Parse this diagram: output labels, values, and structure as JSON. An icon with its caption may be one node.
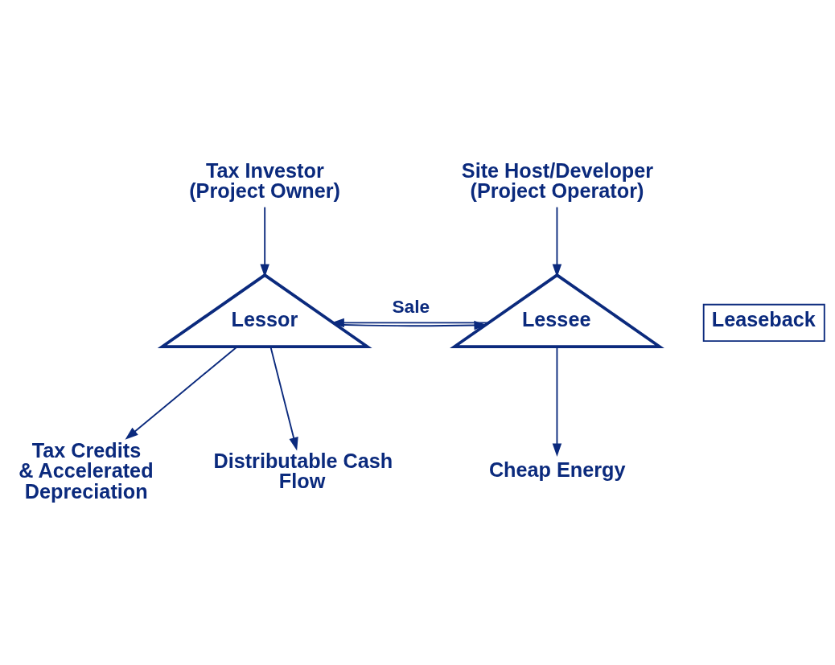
{
  "diagram": {
    "nodes": [
      {
        "text": [
          "Tax Investor (Project Owner)"
        ]
      },
      {
        "text": [
          "Site Host/Developer (Project Operator)"
        ]
      },
      {
        "text": [
          "Lessor"
        ]
      },
      {
        "text": [
          "Lessee"
        ]
      },
      {
        "text": [
          "Leaseback"
        ]
      },
      {
        "text": [
          "Tax Credits & Accelerated Depreciation"
        ]
      },
      {
        "text": [
          "Distributable Cash Flow"
        ]
      },
      {
        "text": [
          "Cheap Energy"
        ]
      }
    ],
    "edges": [
      {
        "from": 0,
        "to": 2,
        "arrow": "to"
      },
      {
        "from": 1,
        "to": 3,
        "arrow": "to"
      },
      {
        "from": 3,
        "to": 2,
        "arrow": "to",
        "label": "Sale"
      },
      {
        "from": 2,
        "to": 3,
        "arrow": "to"
      },
      {
        "from": 2,
        "to": 5,
        "arrow": "to"
      },
      {
        "from": 2,
        "to": 6,
        "arrow": "to"
      },
      {
        "from": 3,
        "to": 7,
        "arrow": "to"
      }
    ]
  }
}
